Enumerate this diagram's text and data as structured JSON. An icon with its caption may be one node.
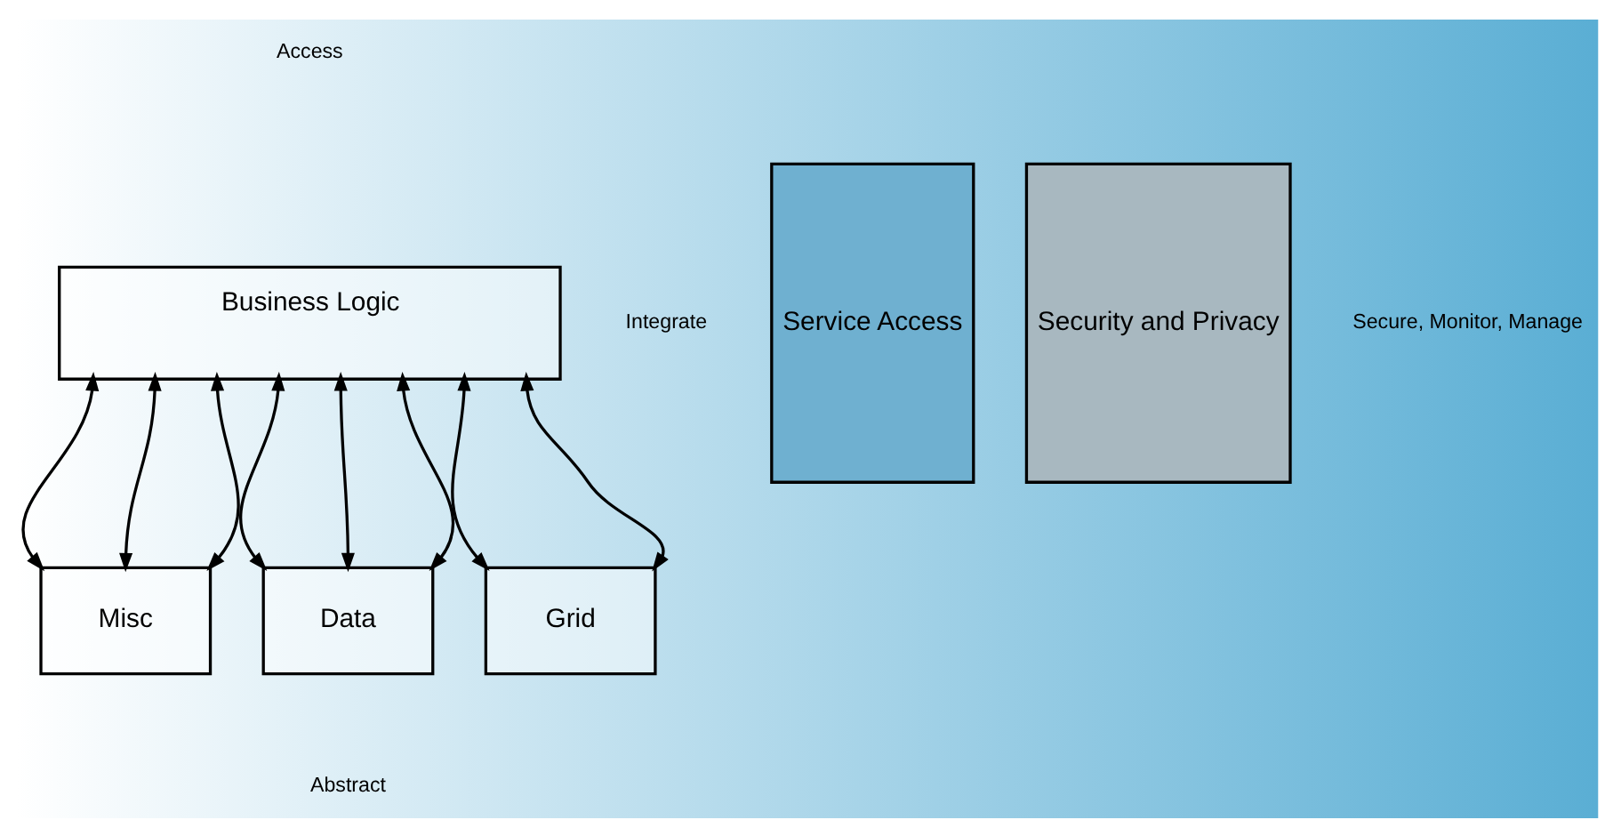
{
  "diagram": {
    "nodes": [
      {
        "text": [
          "Business Logic"
        ]
      },
      {
        "text": [
          "Misc"
        ]
      },
      {
        "text": [
          "Data"
        ]
      },
      {
        "text": [
          "Grid"
        ]
      },
      {
        "text": [
          "Service Access"
        ]
      },
      {
        "text": [
          "Security and Privacy"
        ]
      }
    ],
    "edges": [
      {
        "from": 0,
        "to": 1,
        "arrow": "both"
      },
      {
        "from": 0,
        "to": 1,
        "arrow": "both"
      },
      {
        "from": 0,
        "to": 1,
        "arrow": "both"
      },
      {
        "from": 0,
        "to": 2,
        "arrow": "both"
      },
      {
        "from": 0,
        "to": 2,
        "arrow": "both"
      },
      {
        "from": 0,
        "to": 2,
        "arrow": "both"
      },
      {
        "from": 0,
        "to": 3,
        "arrow": "both"
      },
      {
        "from": 0,
        "to": 3,
        "arrow": "both"
      }
    ],
    "labels": [
      "Access",
      "Integrate",
      "Secure, Monitor, Manage",
      "Abstract"
    ]
  }
}
